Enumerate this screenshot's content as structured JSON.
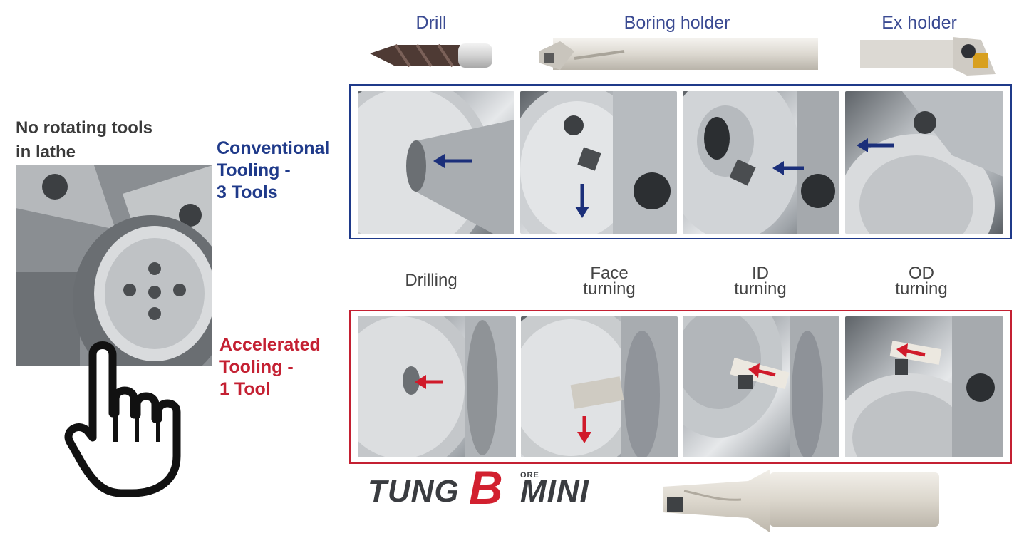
{
  "left_panel": {
    "title_line1": "No rotating tools",
    "title_line2": "in lathe"
  },
  "tools": [
    {
      "label": "Drill"
    },
    {
      "label": "Boring holder"
    },
    {
      "label": "Ex holder"
    }
  ],
  "conventional": {
    "line1": "Conventional",
    "line2": "Tooling -",
    "line3": "3 Tools",
    "color": "#1f3a8a"
  },
  "operations": [
    {
      "line1": "Drilling",
      "line2": ""
    },
    {
      "line1": "Face",
      "line2": "turning"
    },
    {
      "line1": "ID",
      "line2": "turning"
    },
    {
      "line1": "OD",
      "line2": "turning"
    }
  ],
  "accelerated": {
    "line1": "Accelerated",
    "line2": "Tooling  -",
    "line3": "1 Tool",
    "color": "#c42032"
  },
  "logo": {
    "prefix": "TUNG",
    "big_letter": "B",
    "small": "ORE",
    "suffix": "MINI"
  },
  "icons": [
    "hand-pointer-icon",
    "arrow-icon",
    "drill-icon",
    "boring-holder-icon",
    "ex-holder-icon",
    "tungbore-mini-tool-icon"
  ]
}
